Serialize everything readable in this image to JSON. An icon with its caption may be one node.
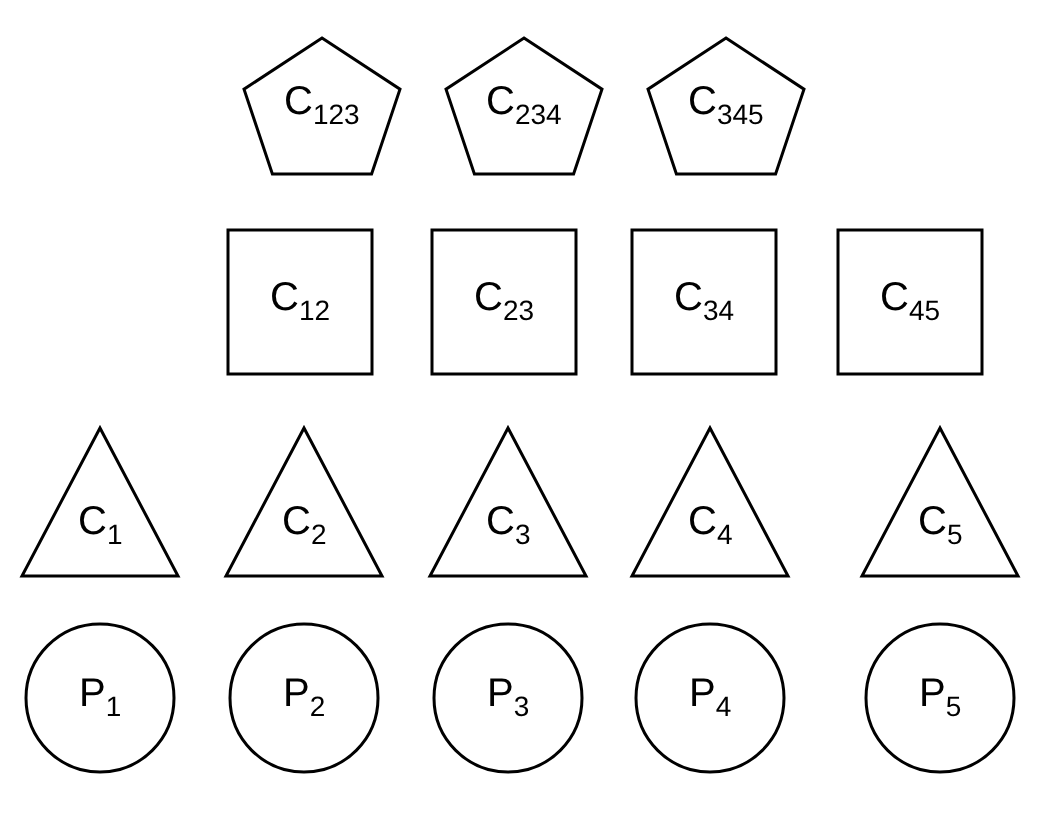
{
  "diagram": {
    "nodes": [
      {
        "text": [
          "C$_{123}$"
        ]
      },
      {
        "text": [
          "C$_{234}$"
        ]
      },
      {
        "text": [
          "C$_{345}$"
        ]
      },
      {
        "text": [
          "C$_{12}$"
        ]
      },
      {
        "text": [
          "C$_{23}$"
        ]
      },
      {
        "text": [
          "C$_{34}$"
        ]
      },
      {
        "text": [
          "C$_{45}$"
        ]
      },
      {
        "text": [
          "C$_{1}$"
        ]
      },
      {
        "text": [
          "C$_{2}$"
        ]
      },
      {
        "text": [
          "C$_{3}$"
        ]
      },
      {
        "text": [
          "C$_{4}$"
        ]
      },
      {
        "text": [
          "C$_{5}$"
        ]
      },
      {
        "text": [
          "P$_{1}$"
        ]
      },
      {
        "text": [
          "P$_{2}$"
        ]
      },
      {
        "text": [
          "P$_{3}$"
        ]
      },
      {
        "text": [
          "P$_{4}$"
        ]
      },
      {
        "text": [
          "P$_{5}$"
        ]
      }
    ]
  }
}
